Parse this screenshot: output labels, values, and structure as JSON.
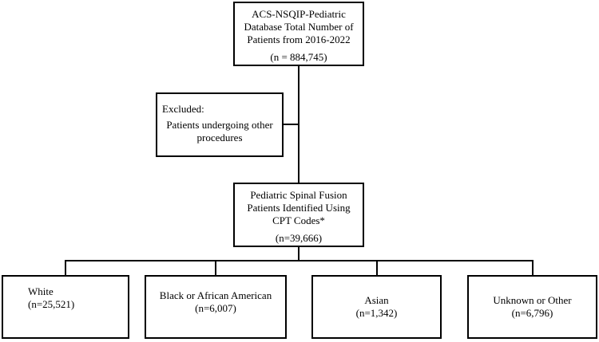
{
  "flowchart": {
    "database_box": {
      "lines": [
        "ACS-NSQIP-Pediatric",
        "Database Total Number of",
        "Patients from 2016-2022"
      ],
      "count": "(n = 884,745)"
    },
    "excluded_box": {
      "title": "Excluded:",
      "reason_lines": [
        "Patients undergoing other",
        "procedures"
      ]
    },
    "spinal_fusion_box": {
      "lines": [
        "Pediatric Spinal Fusion",
        "Patients Identified Using",
        "CPT Codes*"
      ],
      "count": "(n=39,666)"
    },
    "race_groups": [
      {
        "label": "White",
        "count": "(n=25,521)"
      },
      {
        "label": "Black or African American",
        "count": "(n=6,007)"
      },
      {
        "label": "Asian",
        "count": "(n=1,342)"
      },
      {
        "label": "Unknown or Other",
        "count": "(n=6,796)"
      }
    ]
  }
}
